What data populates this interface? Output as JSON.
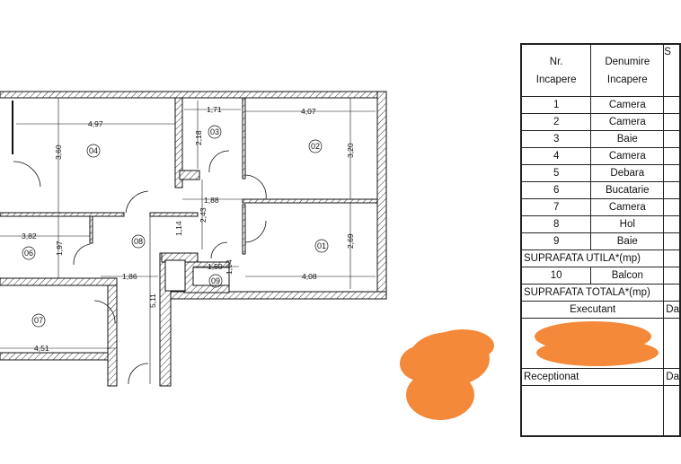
{
  "plan": {
    "rooms": [
      "04",
      "03",
      "02",
      "06",
      "08",
      "01",
      "09",
      "07"
    ],
    "dimensions": [
      "4,97",
      "3,60",
      "1,71",
      "2,18",
      "4,07",
      "3,20",
      "1,88",
      "2,43",
      "3,82",
      "1,97",
      "1,14",
      "2,69",
      "1,50",
      "1,04",
      "1,86",
      "4,08",
      "5,11",
      "4,51"
    ]
  },
  "table": {
    "header": {
      "nr": "Nr.",
      "nr2": "Incapere",
      "name": "Denumire",
      "name2": "Incapere",
      "sup": "S"
    },
    "rows": [
      {
        "nr": "1",
        "name": "Camera"
      },
      {
        "nr": "2",
        "name": "Camera"
      },
      {
        "nr": "3",
        "name": "Baie"
      },
      {
        "nr": "4",
        "name": "Camera"
      },
      {
        "nr": "5",
        "name": "Debara"
      },
      {
        "nr": "6",
        "name": "Bucatarie"
      },
      {
        "nr": "7",
        "name": "Camera"
      },
      {
        "nr": "8",
        "name": "Hol"
      },
      {
        "nr": "9",
        "name": "Baie"
      }
    ],
    "utila": "SUPRAFATA UTILA*(mp)",
    "balcon": {
      "nr": "10",
      "name": "Balcon"
    },
    "totala": "SUPRAFATA TOTALA*(mp)",
    "executant": "Executant",
    "data1": "Da",
    "receptionat": "Receptionat",
    "data2": "Da"
  },
  "colors": {
    "redaction": "#f4893a",
    "wall": "#222222"
  }
}
